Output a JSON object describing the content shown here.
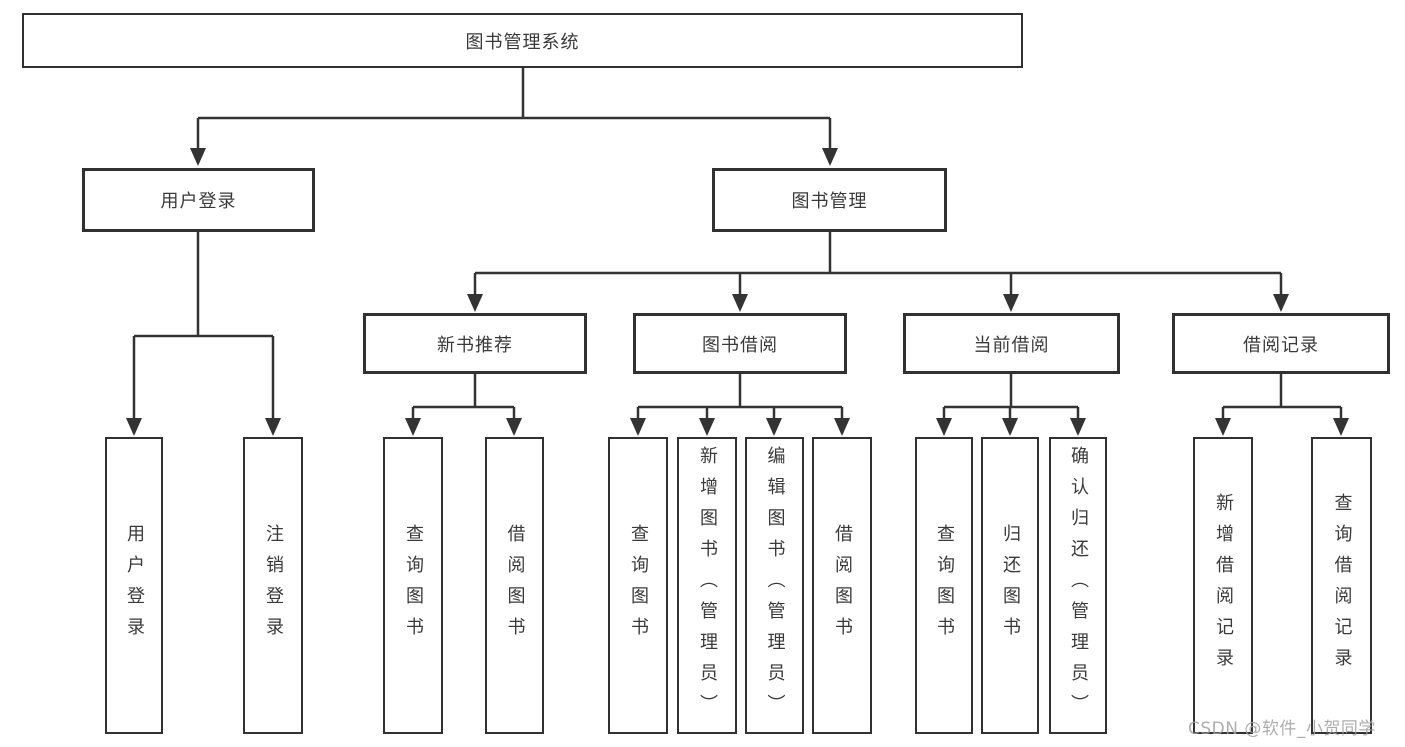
{
  "diagram": {
    "root": {
      "label": "图书管理系统"
    },
    "level2": [
      {
        "label": "用户登录",
        "leaves": [
          "用户登录",
          "注销登录"
        ]
      },
      {
        "label": "图书管理"
      }
    ],
    "level3": [
      {
        "label": "新书推荐",
        "leaves": [
          "查询图书",
          "借阅图书"
        ]
      },
      {
        "label": "图书借阅",
        "leaves": [
          "查询图书",
          "新增图书（管理员）",
          "编辑图书（管理员）",
          "借阅图书"
        ]
      },
      {
        "label": "当前借阅",
        "leaves": [
          "查询图书",
          "归还图书",
          "确认归还（管理员）"
        ]
      },
      {
        "label": "借阅记录",
        "leaves": [
          "新增借阅记录",
          "查询借阅记录"
        ]
      }
    ]
  },
  "watermark": {
    "text": "CSDN @软件_小贺同学"
  },
  "colors": {
    "line": "#333333",
    "border": "#313131",
    "text": "#3a3a3a",
    "watermark": "#a0a0a0",
    "background": "#ffffff"
  }
}
